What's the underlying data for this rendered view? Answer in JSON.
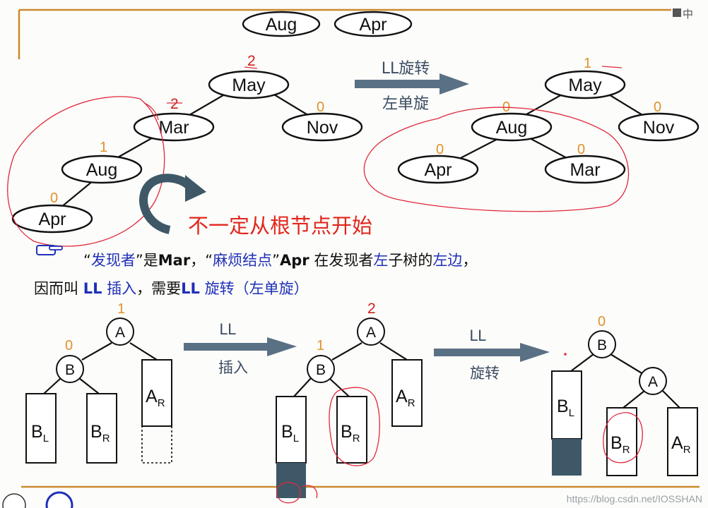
{
  "top_nodes": [
    "Aug",
    "Apr"
  ],
  "corner_text": "中",
  "left_tree": {
    "nodes": [
      "May",
      "Mar",
      "Nov",
      "Aug",
      "Apr"
    ],
    "balance": [
      "2",
      "2",
      "0",
      "1",
      "0"
    ]
  },
  "rotation_arrow": {
    "line1": "LL旋转",
    "line2": "左单旋"
  },
  "right_tree": {
    "nodes": [
      "May",
      "Aug",
      "Nov",
      "Apr",
      "Mar"
    ],
    "balance": [
      "1",
      "0",
      "0",
      "0",
      "0"
    ]
  },
  "red_note": "不一定从根节点开始",
  "explain": {
    "q1": "“",
    "t1": "发现者",
    "q2": "”",
    "t2": "是",
    "t3": "Mar",
    "t4": "，",
    "q3": "“",
    "t5": "麻烦结点",
    "q4": "”",
    "t6": "Apr",
    "t7": " 在发现者",
    "t8": "左",
    "t9": "子树的",
    "t10": "左边",
    "t11": "，",
    "l2a": "因而叫 ",
    "l2b": "LL",
    "l2c": " 插入",
    "l2d": "，需要",
    "l2e": "LL",
    "l2f": " 旋转",
    "l2g": "（左单旋）"
  },
  "bottom": {
    "d1": {
      "A": "A",
      "B": "B",
      "bfA": "1",
      "bfB": "0"
    },
    "arrow1": {
      "line1": "LL",
      "line2": "插入"
    },
    "d2": {
      "A": "A",
      "B": "B",
      "bfA": "2",
      "bfB": "1"
    },
    "arrow2": {
      "line1": "LL",
      "line2": "旋转"
    },
    "d3": {
      "A": "A",
      "B": "B",
      "bfB": "0"
    },
    "sub_labels": {
      "B": "B",
      "A": "A",
      "L": "L",
      "R": "R"
    }
  },
  "watermark": "https://blog.csdn.net/IOSSHAN",
  "colors": {
    "rule": "#c98a2e",
    "arrow": "#5a7084",
    "ink": "#e0283c",
    "blue": "#1f2fb8",
    "dark_fill": "#3e5868"
  }
}
